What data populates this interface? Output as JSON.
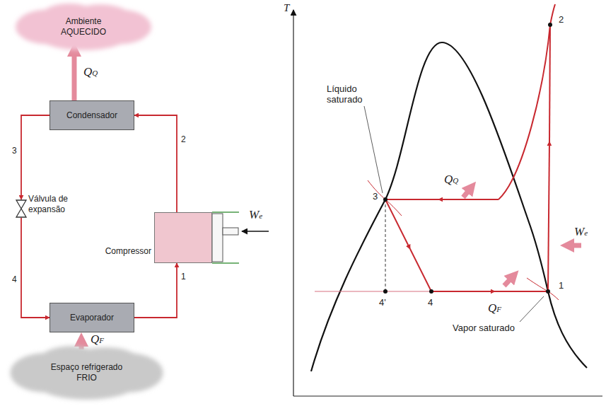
{
  "diagram": {
    "nodes": [
      {
        "text": [
          "Ambiente AQUECIDO"
        ]
      },
      {
        "text": [
          "Condensador"
        ]
      },
      {
        "text": [
          "Válvula de expansão"
        ]
      },
      {
        "text": [
          "Compressor"
        ]
      },
      {
        "text": [
          "Evaporador"
        ]
      },
      {
        "text": [
          "Espaço refrigerado FRIO"
        ]
      }
    ],
    "edges": [
      {
        "from": 1,
        "to": 0,
        "arrow": "to",
        "label": "QQ"
      },
      {
        "from": 5,
        "to": 4,
        "arrow": "to",
        "label": "QF"
      },
      {
        "from": 3,
        "to": 1,
        "arrow": "to",
        "label": "2"
      },
      {
        "from": 1,
        "to": 2,
        "arrow": "to",
        "label": "3"
      },
      {
        "from": 2,
        "to": 4,
        "arrow": "to",
        "label": "4"
      },
      {
        "from": 4,
        "to": 3,
        "arrow": "to",
        "label": "1"
      }
    ],
    "labels": [
      "We",
      "T",
      "Líquido saturado",
      "2",
      "3",
      "QQ",
      "We",
      "4'",
      "4",
      "QF",
      "1",
      "Vapor saturado"
    ]
  }
}
